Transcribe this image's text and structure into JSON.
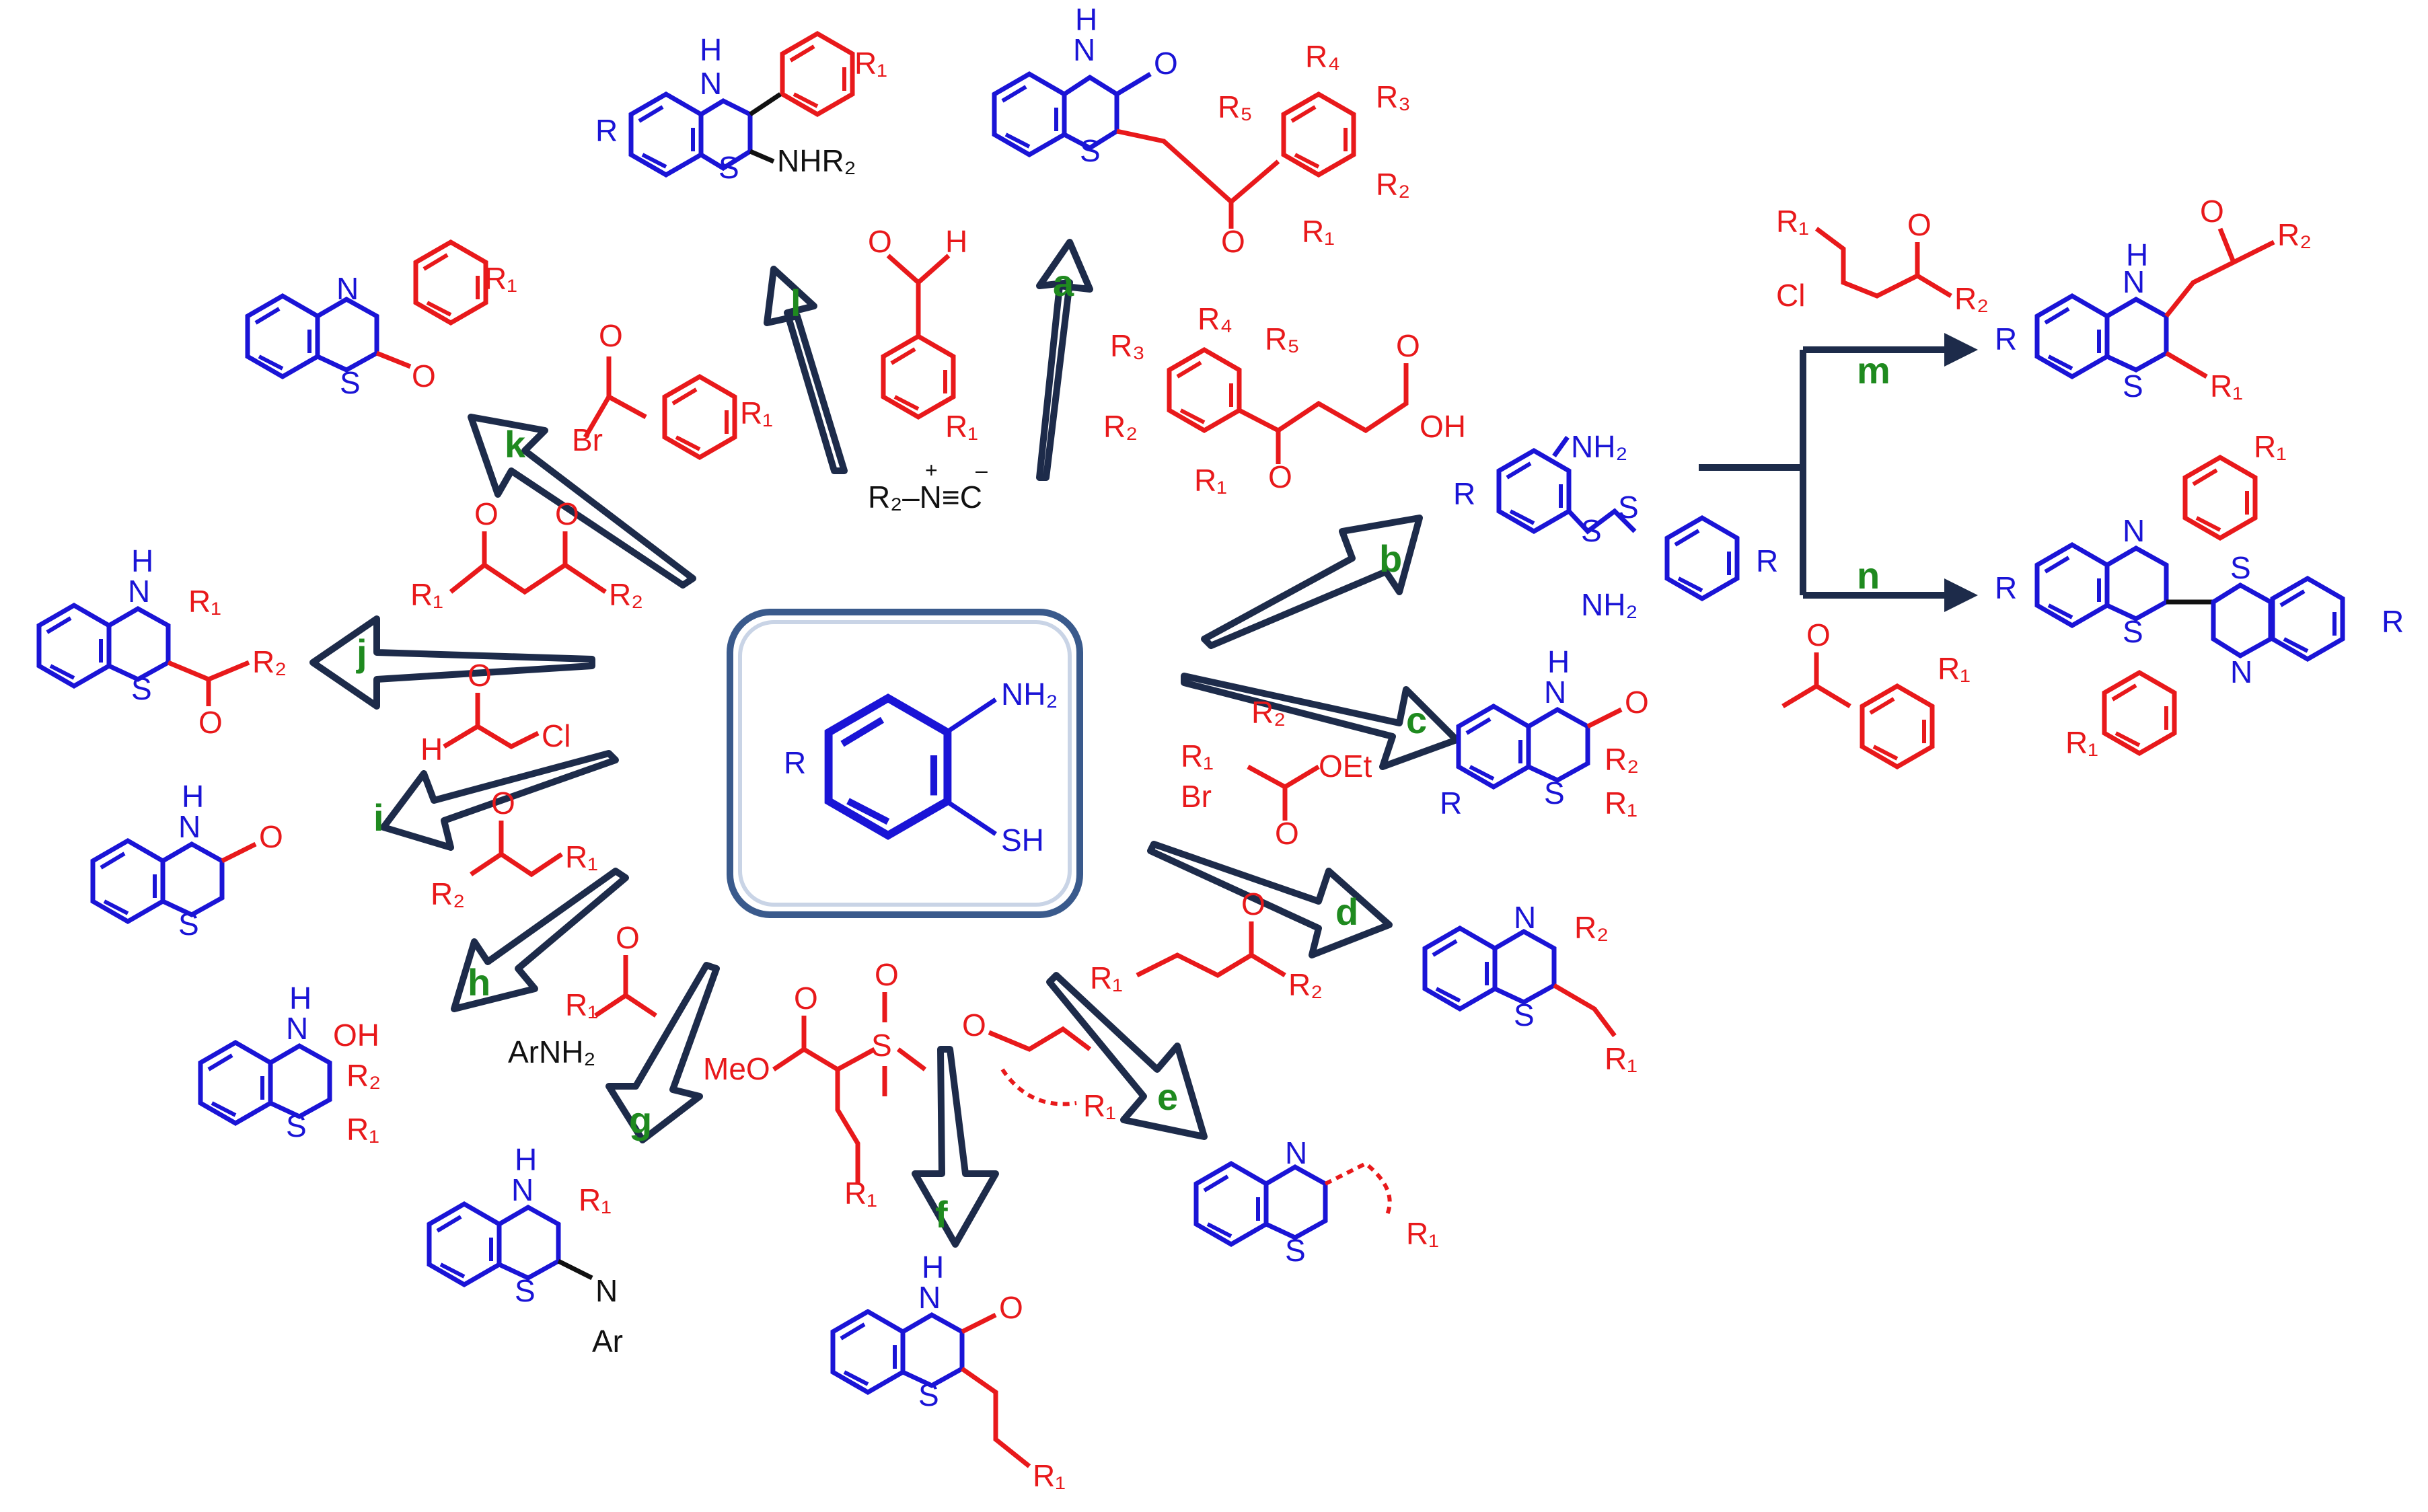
{
  "colors": {
    "scaffold": "#1a14d6",
    "reagent": "#e8191b",
    "label": "#1f8a1f",
    "arrow": "#1d2b4a",
    "box": "#3a5a8c",
    "black": "#111111"
  },
  "center": {
    "amine": "NH₂",
    "thiol": "SH",
    "sub": "R"
  },
  "labels": {
    "a": "a",
    "b": "b",
    "c": "c",
    "d": "d",
    "e": "e",
    "f": "f",
    "g": "g",
    "h": "h",
    "i": "i",
    "j": "j",
    "k": "k",
    "l": "l",
    "m": "m",
    "n": "n"
  },
  "atoms": {
    "H": "H",
    "N": "N",
    "S": "S",
    "O": "O",
    "Cl": "Cl",
    "Br": "Br",
    "OH": "OH",
    "OEt": "OEt",
    "MeO": "MeO",
    "NH2": "NH₂",
    "NHR2": "NHR₂",
    "ArNH2": "ArNH₂",
    "Ar": "Ar",
    "R": "R",
    "R1": "R₁",
    "R2": "R₂",
    "R3": "R₃",
    "R4": "R₄",
    "R5": "R₅",
    "isocyanide": "R₂–N≡C",
    "plus": "+",
    "minus": "–"
  }
}
